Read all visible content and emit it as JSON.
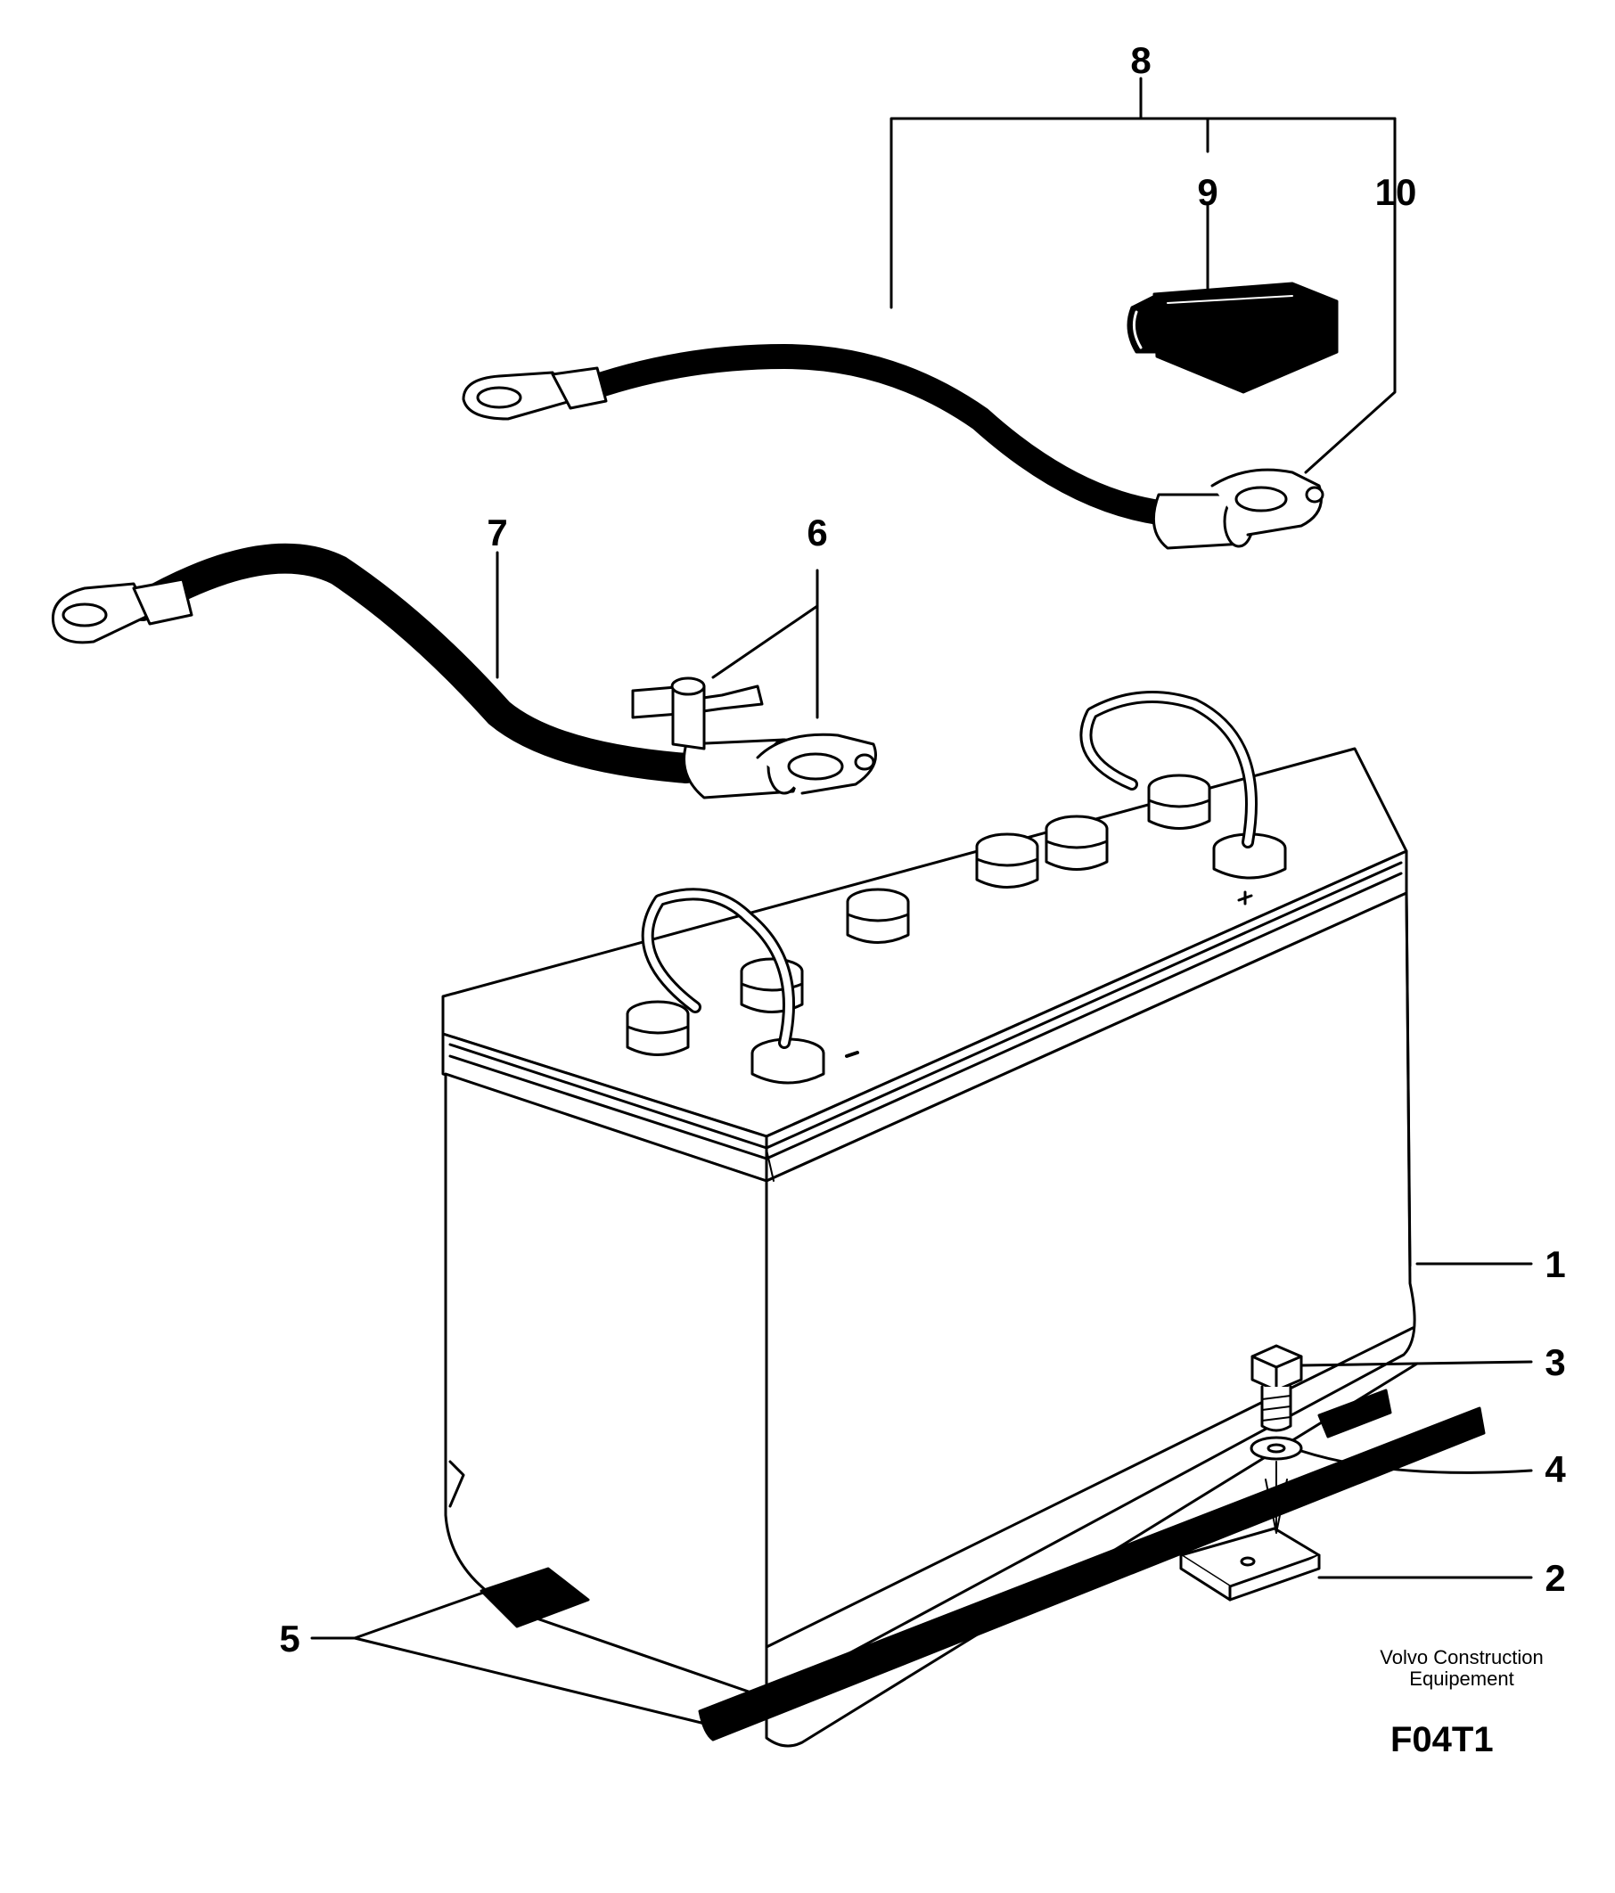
{
  "diagram": {
    "callouts": [
      {
        "id": "1",
        "text": "1",
        "part": "battery"
      },
      {
        "id": "2",
        "text": "2",
        "part": "hold-down bracket"
      },
      {
        "id": "3",
        "text": "3",
        "part": "bolt"
      },
      {
        "id": "4",
        "text": "4",
        "part": "washer"
      },
      {
        "id": "5",
        "text": "5",
        "part": "rubber pads"
      },
      {
        "id": "6",
        "text": "6",
        "part": "terminal clamp with wing nut"
      },
      {
        "id": "7",
        "text": "7",
        "part": "battery cable (negative)"
      },
      {
        "id": "8",
        "text": "8",
        "part": "battery cable assembly (positive)"
      },
      {
        "id": "9",
        "text": "9",
        "part": "terminal cover"
      },
      {
        "id": "10",
        "text": "10",
        "part": "terminal clamp"
      }
    ],
    "caption": {
      "company_line1": "Volvo Construction",
      "company_line2": "Equipement",
      "figure_code": "F04T1"
    },
    "colors": {
      "line": "#000000",
      "background": "#ffffff"
    }
  }
}
